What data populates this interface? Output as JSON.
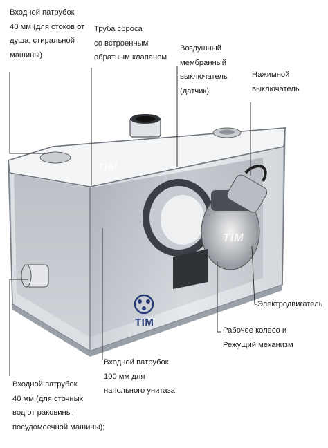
{
  "labels": {
    "inlet_40_shower": [
      "Входной патрубок",
      "40 мм (для стоков от",
      "душа, стиральной",
      "машины)"
    ],
    "discharge_pipe": [
      "Труба сброса",
      "со встроенным",
      "обратным клапаном"
    ],
    "air_switch": [
      "Воздушный",
      "мембранный",
      "выключатель",
      "(датчик)"
    ],
    "push_switch": [
      "Нажимной",
      "выключатель"
    ],
    "motor": [
      "Электродвигатель"
    ],
    "impeller": [
      "Рабочее колесо и",
      "Режущий механизм"
    ],
    "inlet_100_toilet": [
      "Входной патрубок",
      "100 мм для",
      "напольного унитаза"
    ],
    "inlet_40_sink": [
      "Входной патрубок",
      "40 мм (для сточных",
      "вод от раковины,",
      "посудомоечной машины);"
    ]
  },
  "brand": {
    "logo": "TIM",
    "watermark": "TIM"
  },
  "colors": {
    "logo": "#2a3c78",
    "leader_line": "#333333",
    "body": "#c9cdd3"
  }
}
